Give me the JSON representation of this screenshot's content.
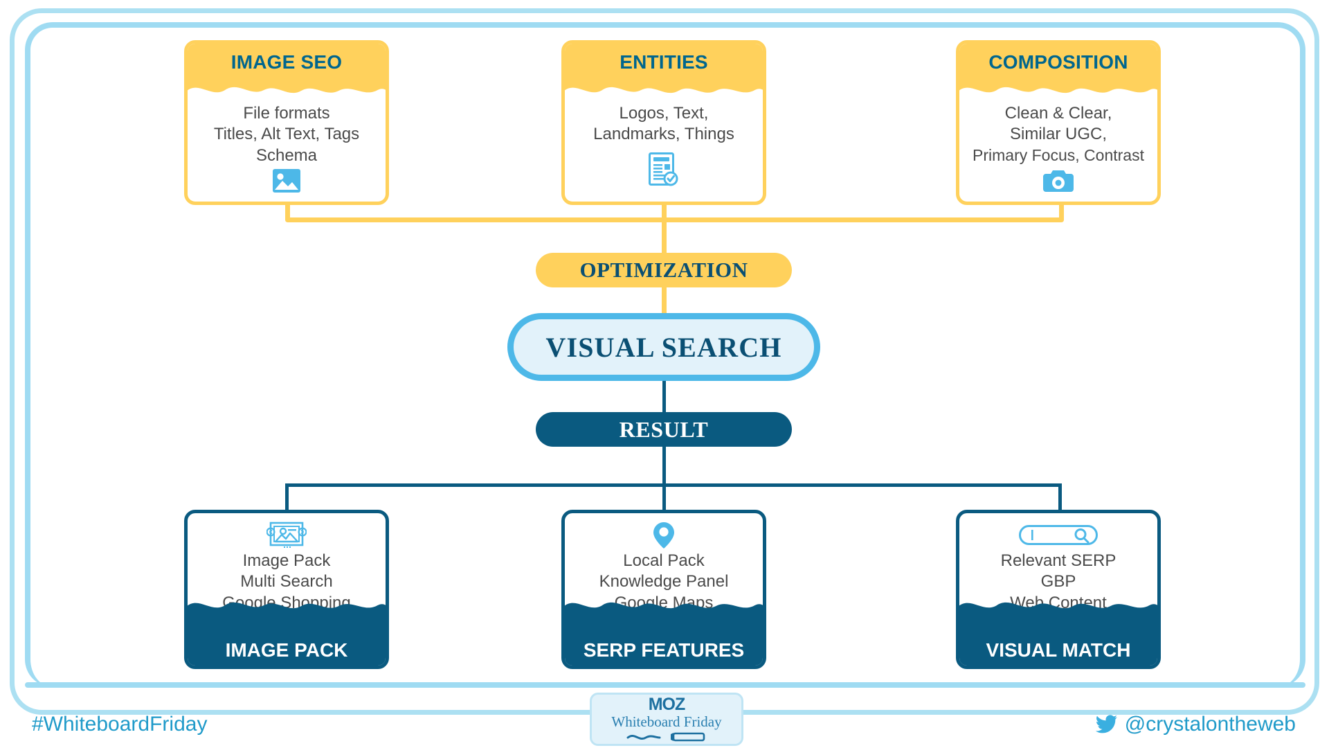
{
  "meta": {
    "colors": {
      "yellow": "#FFD15C",
      "navy": "#0A5A80",
      "teal_title": "#00668E",
      "light_blue_border": "#9FDBF2",
      "cyan_icon": "#4DB8E8",
      "body_text": "#4A4A4A",
      "capsule_fill": "#E2F2FA",
      "footer_text": "#1F9AC9"
    }
  },
  "top_row": [
    {
      "title": "IMAGE SEO",
      "lines": [
        "File formats",
        "Titles, Alt Text, Tags",
        "Schema"
      ],
      "icon": "image-icon"
    },
    {
      "title": "ENTITIES",
      "lines": [
        "Logos, Text,",
        "Landmarks, Things"
      ],
      "icon": "document-check-icon"
    },
    {
      "title": "COMPOSITION",
      "lines": [
        "Clean & Clear,",
        "Similar UGC,",
        "Primary Focus, Contrast"
      ],
      "icon": "camera-icon"
    }
  ],
  "center": {
    "optimization": "OPTIMIZATION",
    "visual_search": "VISUAL SEARCH",
    "result": "RESULT"
  },
  "bottom_row": [
    {
      "title": "IMAGE PACK",
      "lines": [
        "Image Pack",
        "Multi Search",
        "Google Shopping"
      ],
      "icon": "image-carousel-icon"
    },
    {
      "title": "SERP FEATURES",
      "lines": [
        "Local Pack",
        "Knowledge Panel",
        "Google Maps"
      ],
      "icon": "map-pin-icon"
    },
    {
      "title": "VISUAL MATCH",
      "lines": [
        "Relevant SERP",
        "GBP",
        "Web Content"
      ],
      "icon": "search-bar-icon"
    }
  ],
  "footer": {
    "hashtag": "#WhiteboardFriday",
    "handle": "@crystalontheweb",
    "twitter_icon": "twitter-bird-icon",
    "badge": {
      "brand": "MOZ",
      "series": "Whiteboard Friday",
      "marker_icon": "marker-pen-icon"
    }
  }
}
